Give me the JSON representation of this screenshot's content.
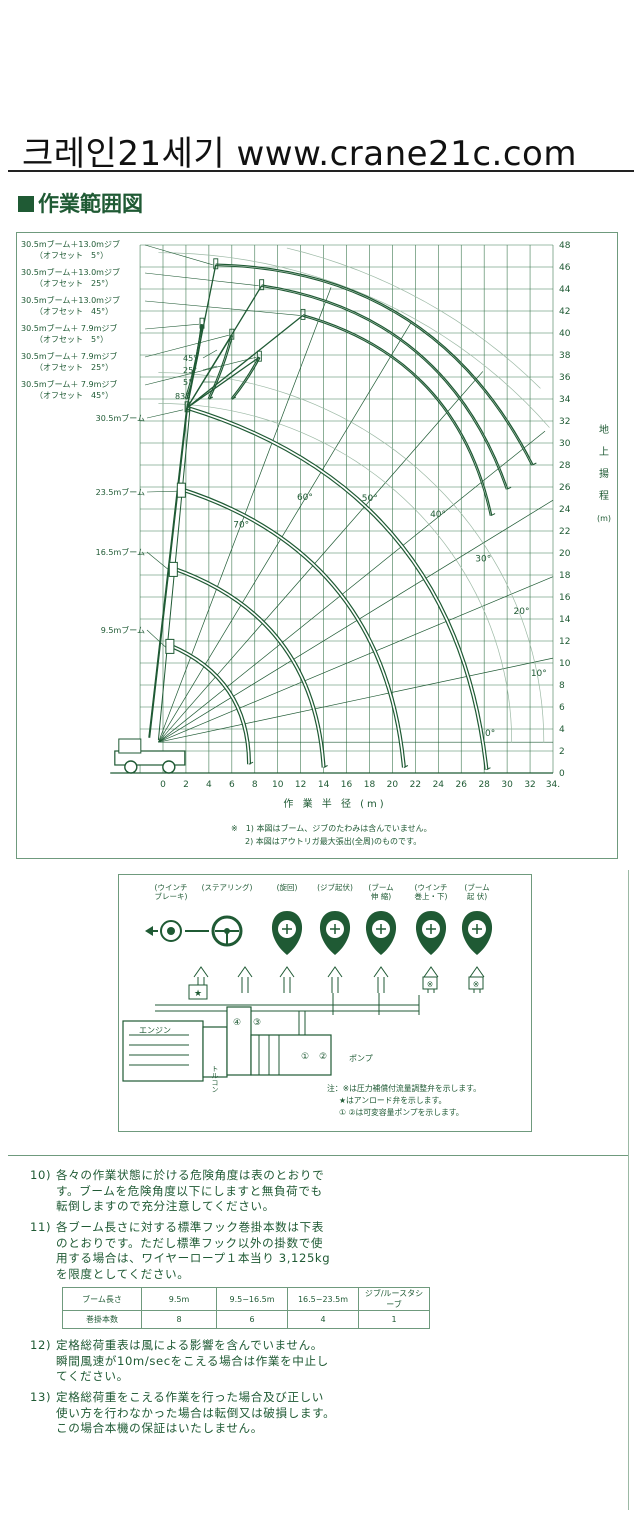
{
  "banner": {
    "text": "크레인21세기 www.crane21c.com"
  },
  "section_title": "作業範囲図",
  "chart_data": {
    "type": "line",
    "title": "",
    "xlabel": "作 業 半 径 (m)",
    "ylabel": "地上揚程",
    "ylabel_unit": "(m)",
    "x_ticks": [
      "0",
      "2",
      "4",
      "6",
      "8",
      "10",
      "12",
      "14",
      "16",
      "18",
      "20",
      "22",
      "24",
      "26",
      "28",
      "30",
      "32",
      "34."
    ],
    "y_ticks": [
      "0",
      "2",
      "4",
      "6",
      "8",
      "10",
      "12",
      "14",
      "16",
      "18",
      "20",
      "22",
      "24",
      "26",
      "28",
      "30",
      "32",
      "34",
      "36",
      "38",
      "40",
      "42",
      "44",
      "46",
      "48"
    ],
    "xlim": [
      0,
      34
    ],
    "ylim": [
      0,
      48
    ],
    "grid": true,
    "angle_labels": [
      "70°",
      "60°",
      "50°",
      "40°",
      "30°",
      "20°",
      "10°",
      "0°"
    ],
    "jib_offset_labels": [
      "45°",
      "25°",
      "5°",
      "83°"
    ],
    "series": [
      {
        "name": "30.5mブーム＋13.0mジブ（オフセット　5°）",
        "top": [
          4.6,
          46.2
        ],
        "end": [
          32.2,
          28.0
        ]
      },
      {
        "name": "30.5mブーム＋13.0mジブ（オフセット　25°）",
        "top": [
          8.6,
          44.3
        ],
        "end": [
          30.0,
          25.8
        ]
      },
      {
        "name": "30.5mブーム＋13.0mジブ（オフセット　45°）",
        "top": [
          12.2,
          41.6
        ],
        "end": [
          28.6,
          23.4
        ]
      },
      {
        "name": "30.5mブーム＋ 7.9mジブ（オフセット　5°）",
        "top": [
          3.4,
          40.8
        ],
        "end": [
          2.0,
          34.0
        ]
      },
      {
        "name": "30.5mブーム＋ 7.9mジブ（オフセット　25°）",
        "top": [
          6.0,
          39.8
        ],
        "end": [
          4.0,
          34.0
        ]
      },
      {
        "name": "30.5mブーム＋ 7.9mジブ（オフセット　45°）",
        "top": [
          8.4,
          37.8
        ],
        "end": [
          6.0,
          34.0
        ]
      },
      {
        "name": "30.5mブーム",
        "top": [
          2.1,
          33.2
        ],
        "end": [
          28.2,
          0.3
        ]
      },
      {
        "name": "23.5mブーム",
        "top": [
          1.6,
          25.8
        ],
        "end": [
          21.0,
          0.5
        ]
      },
      {
        "name": "16.5mブーム",
        "top": [
          0.9,
          18.6
        ],
        "end": [
          14.0,
          0.5
        ]
      },
      {
        "name": "9.5mブーム",
        "top": [
          0.6,
          11.6
        ],
        "end": [
          7.5,
          0.8
        ]
      }
    ],
    "notes": [
      "※　1) 本図はブーム、ジブのたわみは含んでいません。",
      "2) 本図はアウトリガ最大張出(全周)のものです。"
    ]
  },
  "hydraulic": {
    "controls": [
      {
        "label": "(ウインチ\nブレーキ)"
      },
      {
        "label": "(ステアリング)"
      },
      {
        "label": "(旋回)"
      },
      {
        "label": "(ジブ起伏)"
      },
      {
        "label": "(ブーム\n伸 縮)"
      },
      {
        "label": "(ウインチ\n巻上・下)"
      },
      {
        "label": "(ブーム\n起 伏)"
      }
    ],
    "engine_label": "エンジン",
    "torque_label": "トルコン",
    "pump_label": "ポンプ",
    "pump_nums": [
      "①",
      "②",
      "③",
      "④"
    ],
    "notes": [
      "注：※は圧力補償付流量調整弁を示します。",
      "★はアンロード弁を示します。",
      "① ②は可変容量ポンプを示します。"
    ]
  },
  "paragraphs": [
    {
      "num": "10)",
      "lines": [
        "各々の作業状態に於ける危険角度は表のとおりで",
        "す。ブームを危険角度以下にしますと無負荷でも",
        "転倒しますので充分注意してください。"
      ]
    },
    {
      "num": "11)",
      "lines": [
        "各ブーム長さに対する標準フック巻掛本数は下表",
        "のとおりです。ただし標準フック以外の掛数で使",
        "用する場合は、ワイヤーロープ１本当り 3,125kg",
        "を限度としてください。"
      ]
    },
    {
      "num": "12)",
      "lines": [
        "定格総荷重表は風による影響を含んでいません。",
        "瞬間風速が10m/secをこえる場合は作業を中止し",
        "てください。"
      ]
    },
    {
      "num": "13)",
      "lines": [
        "定格総荷重をこえる作業を行った場合及び正しい",
        "使い方を行わなかった場合は転倒又は破損します。",
        "この場合本機の保証はいたしません。"
      ]
    }
  ],
  "rope_table": {
    "headers": [
      "ブーム長さ",
      "9.5m",
      "9.5−16.5m",
      "16.5−23.5m",
      "ジブ/ルースタシーブ"
    ],
    "row_label": "巻掛本数",
    "values": [
      "8",
      "6",
      "4",
      "1"
    ]
  },
  "colors": {
    "ink": "#1f5a34",
    "grid": "#3f7a52",
    "light": "#9cb9a5"
  }
}
